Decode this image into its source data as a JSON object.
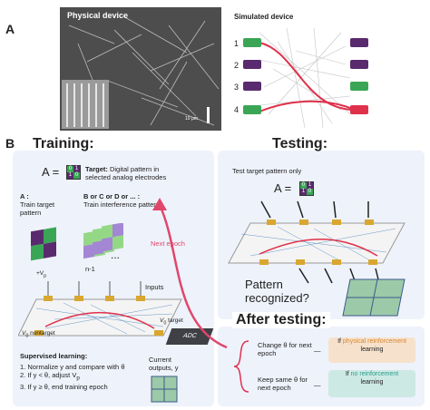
{
  "panel_a": {
    "letter": "A",
    "physical_title": "Physical device",
    "scale_label": "10 μm",
    "simulated_title": "Simulated device",
    "pins": [
      "1",
      "2",
      "3",
      "4"
    ]
  },
  "panel_b": {
    "letter": "B",
    "training_title": "Training:",
    "target_eq": "A =",
    "target_text_bold": "Target:",
    "target_text": "Digital pattern in selected analog electrodes",
    "a_label_bold": "A :",
    "a_label": "Train target pattern",
    "bcd_label_bold": "B or C or D or ... :",
    "bcd_label": "Train interference patterns",
    "n_minus_1": "n-1",
    "dots": "...",
    "next_epoch": "Next epoch",
    "vp_label": "+V",
    "vp_sub": "p",
    "inputs_label": "Inputs",
    "nontarget_label": "V",
    "nontarget_sub": "0",
    "nontarget_suffix": "nontarget",
    "target_label": "V",
    "target_sub": "0",
    "target_suffix": "target",
    "adc_label": "ADC",
    "supervised_title": "Supervised learning:",
    "steps": [
      "Normalize y and compare with θ",
      "If y < θ, adjust V",
      "If y ≥ θ, end training epoch"
    ],
    "step_nums": [
      "1.",
      "2.",
      "3."
    ],
    "step2_sub": "p",
    "current_outputs": "Current outputs, y",
    "testing_title": "Testing:",
    "test_target_only": "Test target pattern only",
    "test_eq": "A =",
    "pattern_recognized": "Pattern recognized?",
    "after_testing_title": "After testing:",
    "change_theta": "Change θ for next epoch",
    "keep_theta": "Keep same θ for next epoch",
    "if_physical_prefix": "If",
    "if_physical_colored": "physical reinforcement",
    "if_physical_suffix": "learning",
    "if_no_prefix": "If",
    "if_no_colored": "no reinforcement",
    "if_no_suffix": "learning"
  },
  "matrix_digits": [
    "0",
    "1",
    "1",
    "0"
  ],
  "colors": {
    "green": "#3aa655",
    "purple": "#5a2a6e",
    "red": "#e0314b",
    "pink_arrow": "#e0476a",
    "box_bg": "#eef2fb",
    "orange": "#d9852f",
    "teal": "#2a9d8f"
  }
}
